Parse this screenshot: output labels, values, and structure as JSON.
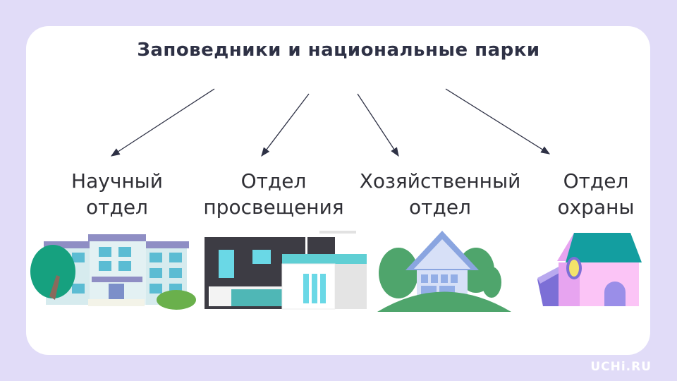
{
  "title": "Заповедники и национальные парки",
  "departments": [
    {
      "line1": "Научный",
      "line2": "отдел",
      "icon": "school-building"
    },
    {
      "line1": "Отдел",
      "line2": "просвещения",
      "icon": "modern-building"
    },
    {
      "line1": "Хозяйственный",
      "line2": "отдел",
      "icon": "country-house"
    },
    {
      "line1": "Отдел",
      "line2": "охраны",
      "icon": "guard-house"
    }
  ],
  "logo": "UCHi.RU"
}
